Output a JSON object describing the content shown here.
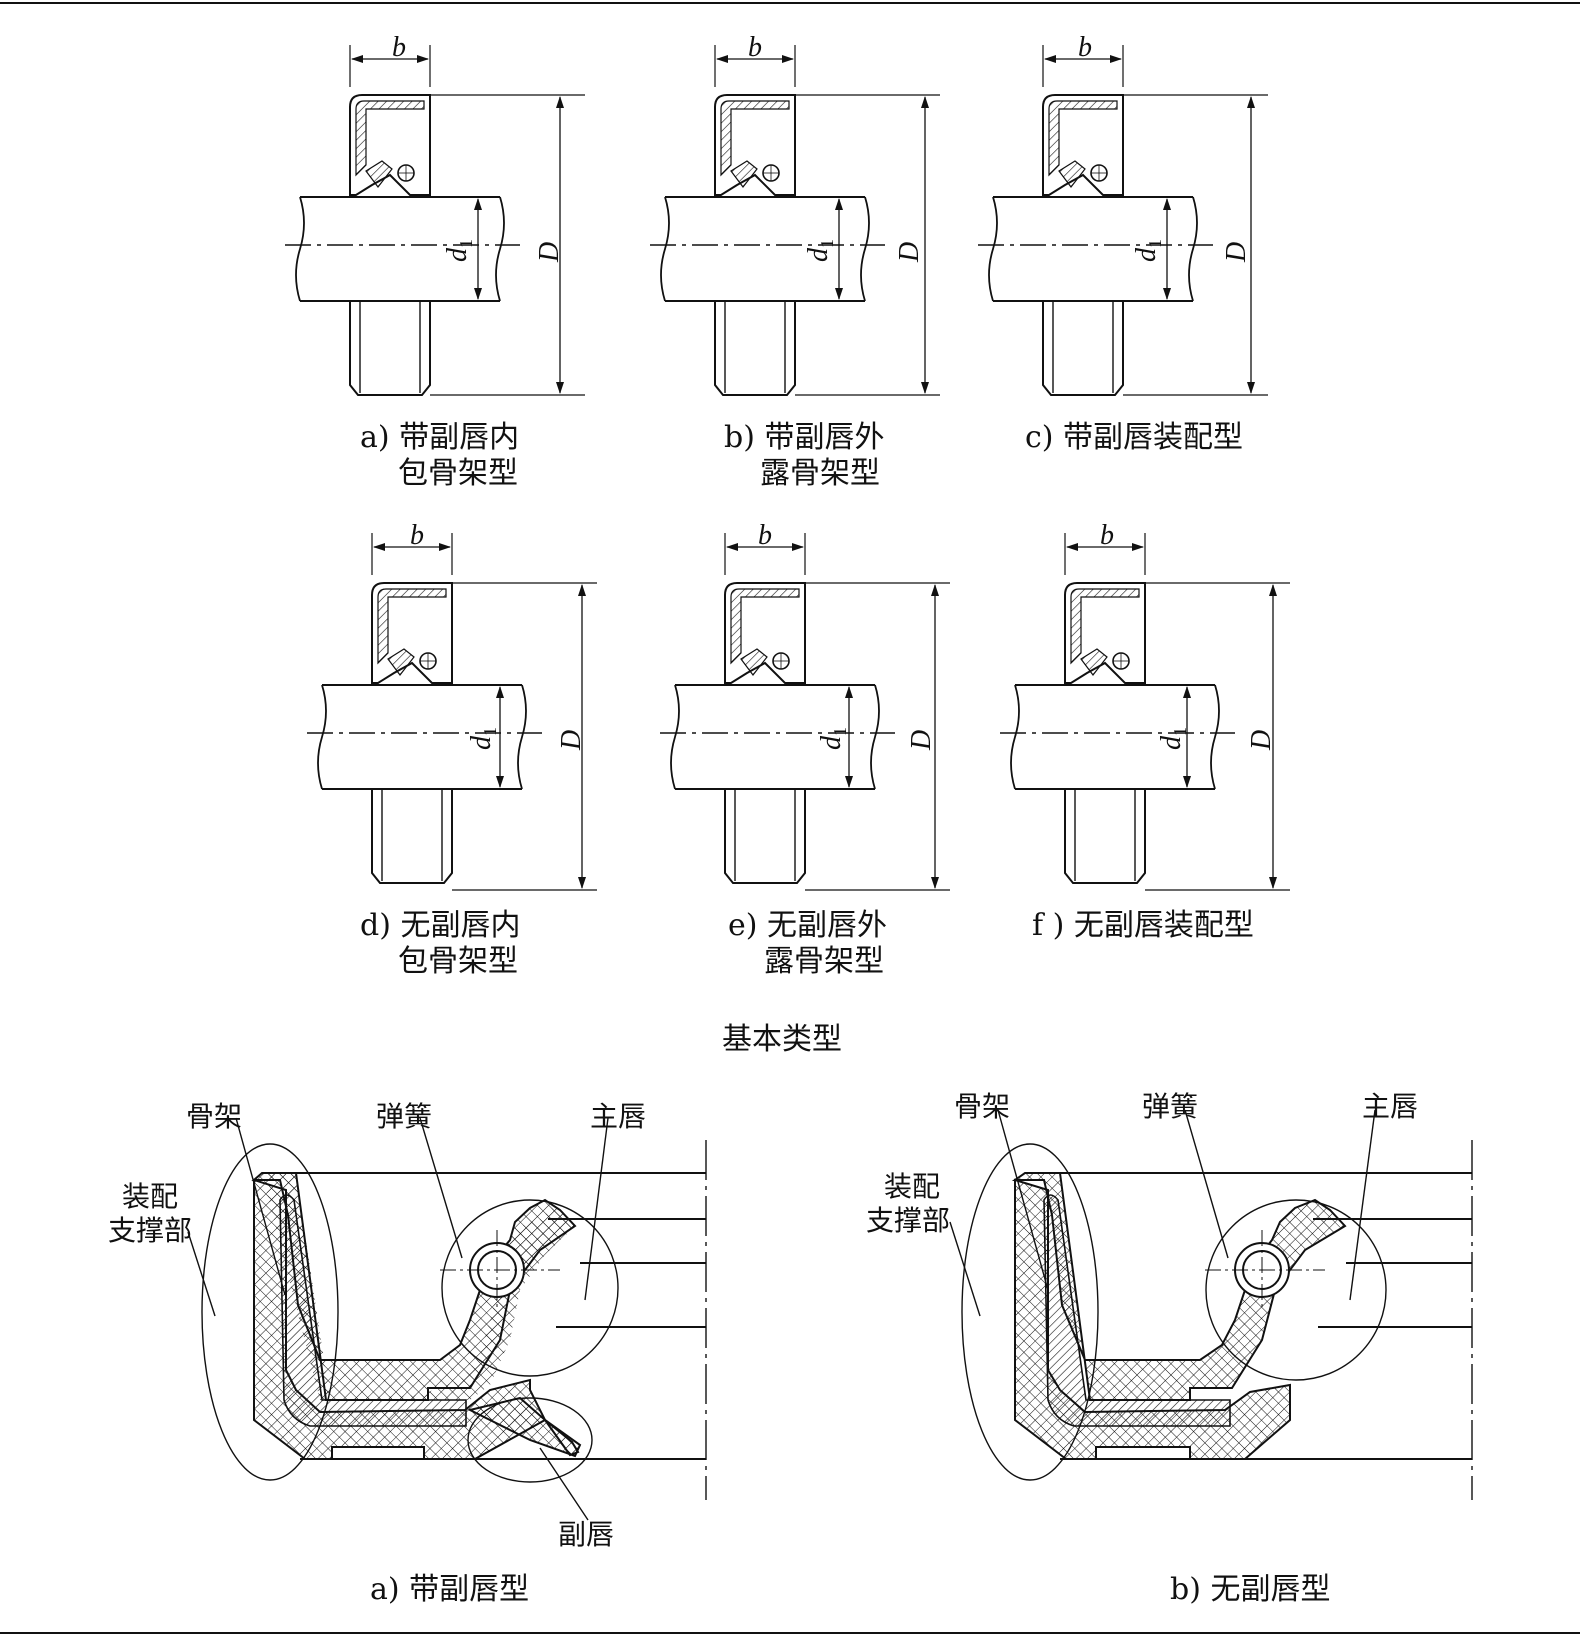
{
  "top_captions": {
    "a": {
      "line1": "a) 带副唇内",
      "line2": "包骨架型"
    },
    "b": {
      "line1": "b) 带副唇外",
      "line2": "露骨架型"
    },
    "c": {
      "line1": "c) 带副唇装配型"
    },
    "d": {
      "line1": "d) 无副唇内",
      "line2": "包骨架型"
    },
    "e": {
      "line1": "e) 无副唇外",
      "line2": "露骨架型"
    },
    "f": {
      "line1": "f ) 无副唇装配型"
    }
  },
  "dimension_labels": {
    "width": "b",
    "shaft": "d",
    "shaft_sub": "1",
    "outer": "D"
  },
  "section_title": "基本类型",
  "detail_left": {
    "label_frame": "骨架",
    "label_spring": "弹簧",
    "label_main_lip": "主唇",
    "label_support_1": "装配",
    "label_support_2": "支撑部",
    "label_aux_lip": "副唇",
    "caption": "a) 带副唇型"
  },
  "detail_right": {
    "label_frame": "骨架",
    "label_spring": "弹簧",
    "label_main_lip": "主唇",
    "label_support_1": "装配",
    "label_support_2": "支撑部",
    "caption": "b) 无副唇型"
  }
}
